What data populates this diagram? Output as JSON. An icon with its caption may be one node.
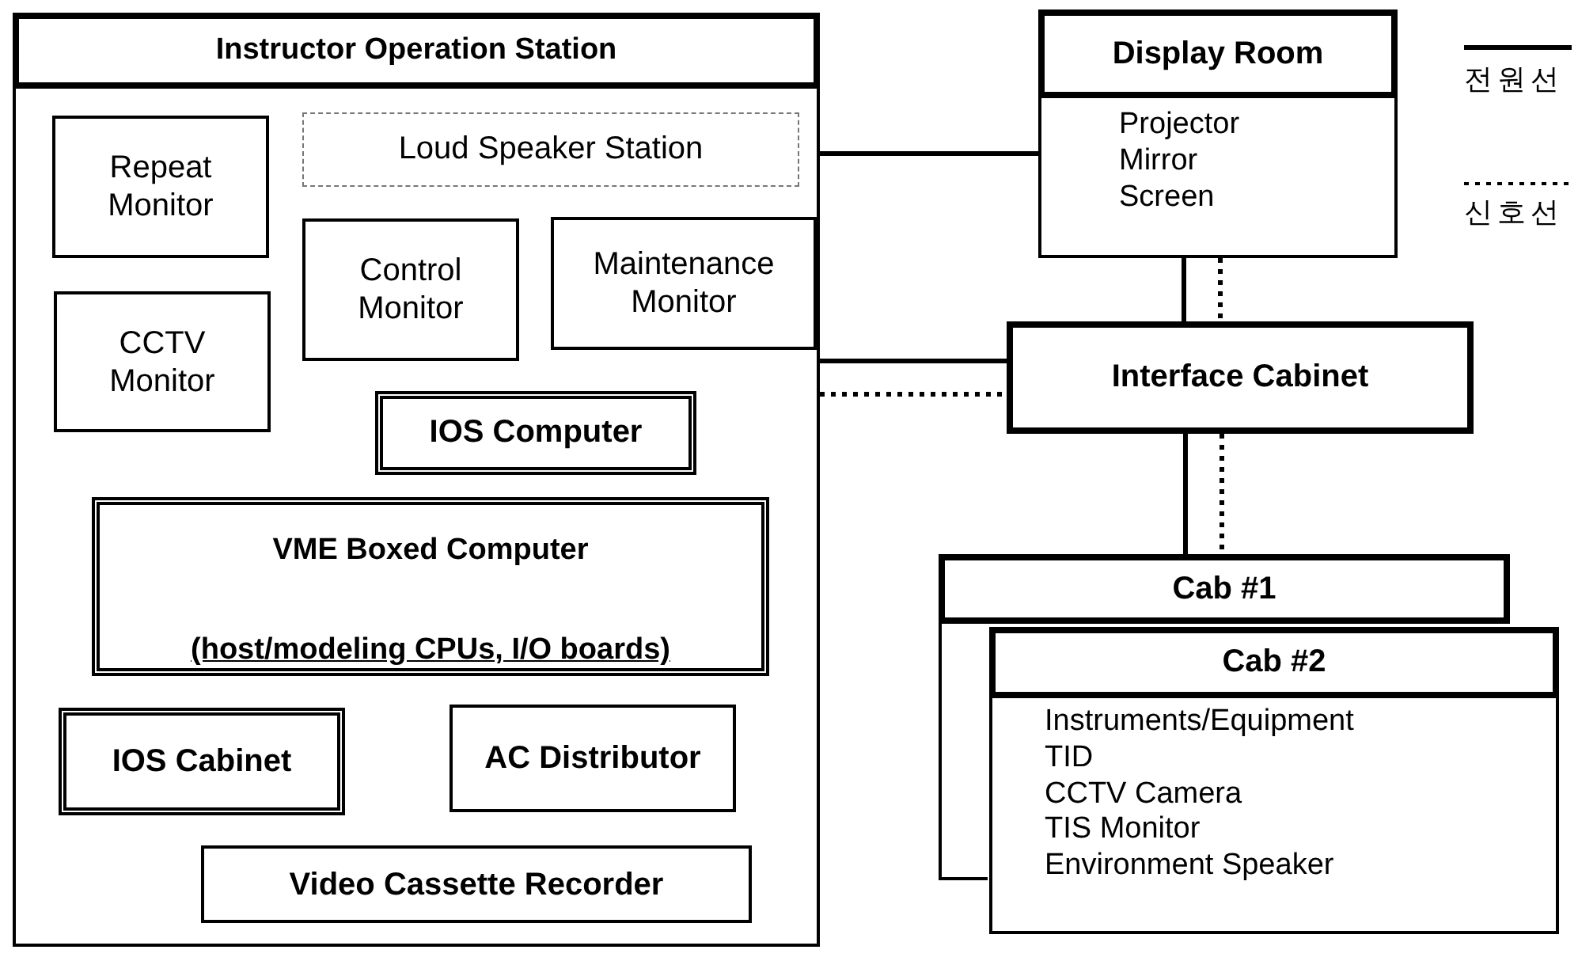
{
  "diagram": {
    "nodes": [
      {
        "text": [
          "Instructor Operation Station"
        ]
      },
      {
        "text": [
          "Repeat Monitor"
        ],
        "in": 0
      },
      {
        "text": [
          "Loud Speaker Station"
        ],
        "in": 0
      },
      {
        "text": [
          "Control Monitor"
        ],
        "in": 0
      },
      {
        "text": [
          "Maintenance Monitor"
        ],
        "in": 0
      },
      {
        "text": [
          "CCTV Monitor"
        ],
        "in": 0
      },
      {
        "text": [
          "IOS Computer"
        ],
        "in": 0
      },
      {
        "text": [
          "VME Boxed Computer",
          "(host/modeling CPUs, I/O boards)"
        ],
        "in": 0
      },
      {
        "text": [
          "IOS Cabinet"
        ],
        "in": 0
      },
      {
        "text": [
          "AC Distributor"
        ],
        "in": 0
      },
      {
        "text": [
          "Video Cassette Recorder"
        ],
        "in": 0
      },
      {
        "text": [
          "Display Room",
          "Projector",
          "Mirror",
          "Screen"
        ]
      },
      {
        "text": [
          "Interface Cabinet"
        ]
      },
      {
        "text": [
          "Cab #1"
        ]
      },
      {
        "text": [
          "Cab #2",
          "Instruments/Equipment",
          "TID",
          "CCTV Camera",
          "TIS Monitor",
          "Environment Speaker"
        ]
      }
    ],
    "edges": [
      {
        "from": 0,
        "to": 11,
        "arrow": "none"
      },
      {
        "from": 11,
        "to": 12,
        "arrow": "none"
      },
      {
        "from": 11,
        "to": 12,
        "arrow": "none",
        "style": "dashed"
      },
      {
        "from": 0,
        "to": 12,
        "arrow": "none"
      },
      {
        "from": 0,
        "to": 12,
        "arrow": "none",
        "style": "dashed"
      },
      {
        "from": 12,
        "to": 13,
        "arrow": "none"
      },
      {
        "from": 12,
        "to": 13,
        "arrow": "none",
        "style": "dashed"
      }
    ],
    "legend": [
      {
        "text": "전원선"
      },
      {
        "text": "신호선"
      }
    ]
  }
}
